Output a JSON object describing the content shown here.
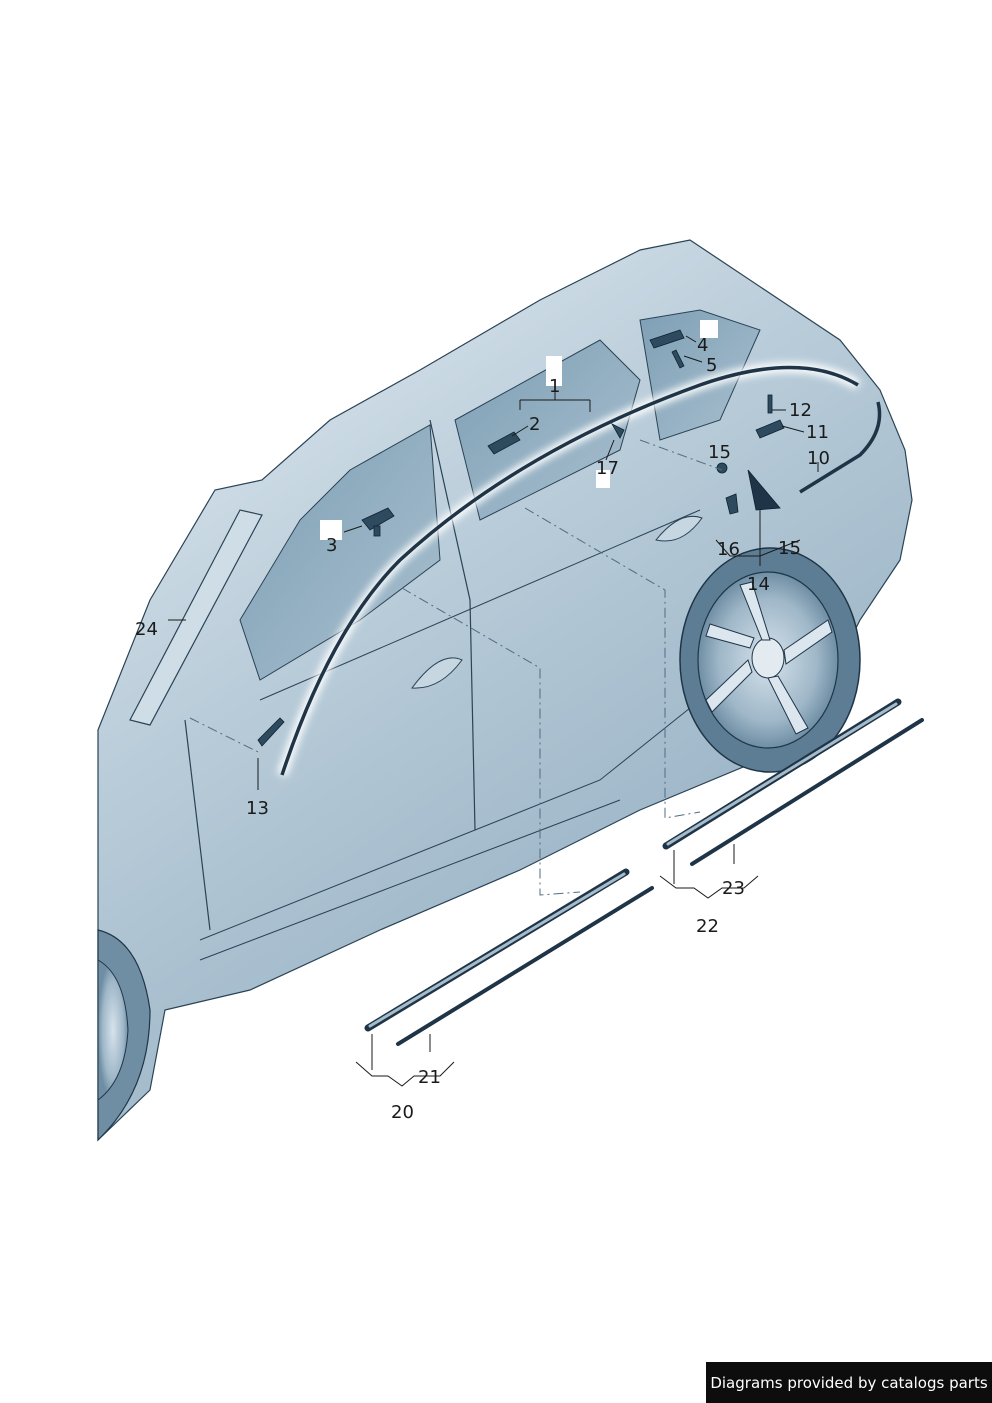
{
  "diagram": {
    "callouts": [
      "1",
      "2",
      "3",
      "4",
      "5",
      "10",
      "11",
      "12",
      "13",
      "14",
      "15",
      "15",
      "16",
      "17",
      "20",
      "21",
      "22",
      "23",
      "24"
    ]
  },
  "footer": {
    "credit": "Diagrams provided by catalogs parts"
  }
}
